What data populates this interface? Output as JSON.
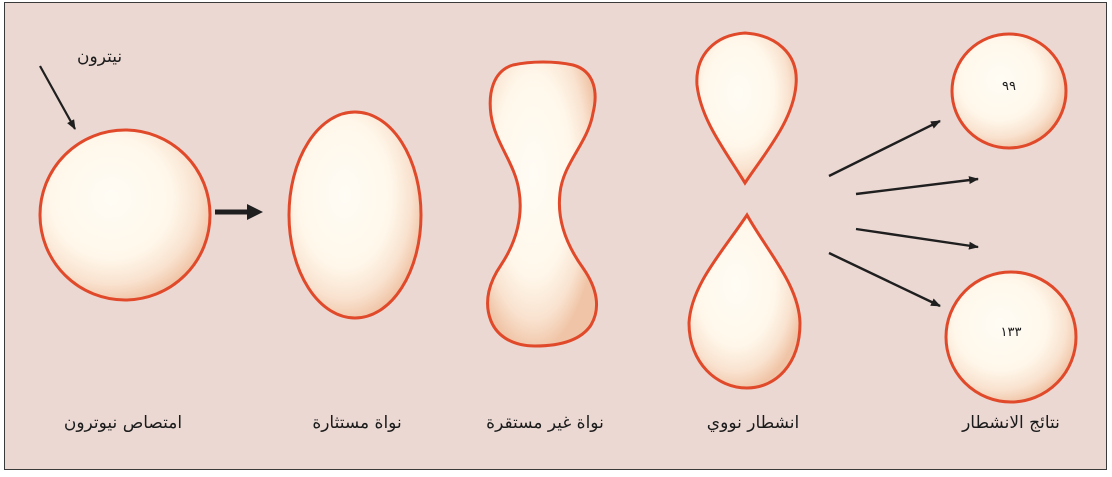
{
  "neutron_label": "نيترون",
  "stages": [
    {
      "label": "امتصاص نيوترون"
    },
    {
      "label": "نواة مستثارة"
    },
    {
      "label": "نواة غير مستقرة"
    },
    {
      "label": "انشطار نووي"
    },
    {
      "label": "نتائج الانشطار"
    }
  ],
  "fragments": {
    "top_mass": "٩٩",
    "bottom_mass": "١٣٣"
  },
  "colors": {
    "background": "#ebd8d3",
    "outline": "#e0492a",
    "nucleus_fill": "#fffaf0",
    "nucleus_shade": "#f2c7a7",
    "arrow": "#1f1f1f",
    "border": "#3a3a3a"
  }
}
